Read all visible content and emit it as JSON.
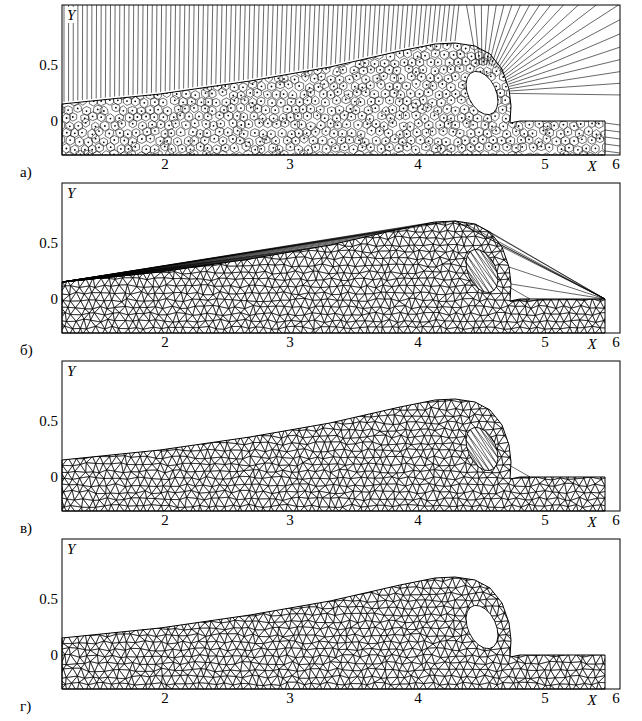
{
  "diagram": {
    "labels": [
      "Y",
      "0.5",
      "0",
      "2",
      "3",
      "4",
      "5",
      "X",
      "6",
      "а)",
      "Y",
      "0.5",
      "0",
      "2",
      "3",
      "4",
      "5",
      "X",
      "6",
      "б)",
      "Y",
      "0.5",
      "0",
      "2",
      "3",
      "4",
      "5",
      "X",
      "6",
      "в)",
      "Y",
      "0.5",
      "0",
      "2",
      "3",
      "4",
      "5",
      "X",
      "6",
      "г)"
    ]
  }
}
